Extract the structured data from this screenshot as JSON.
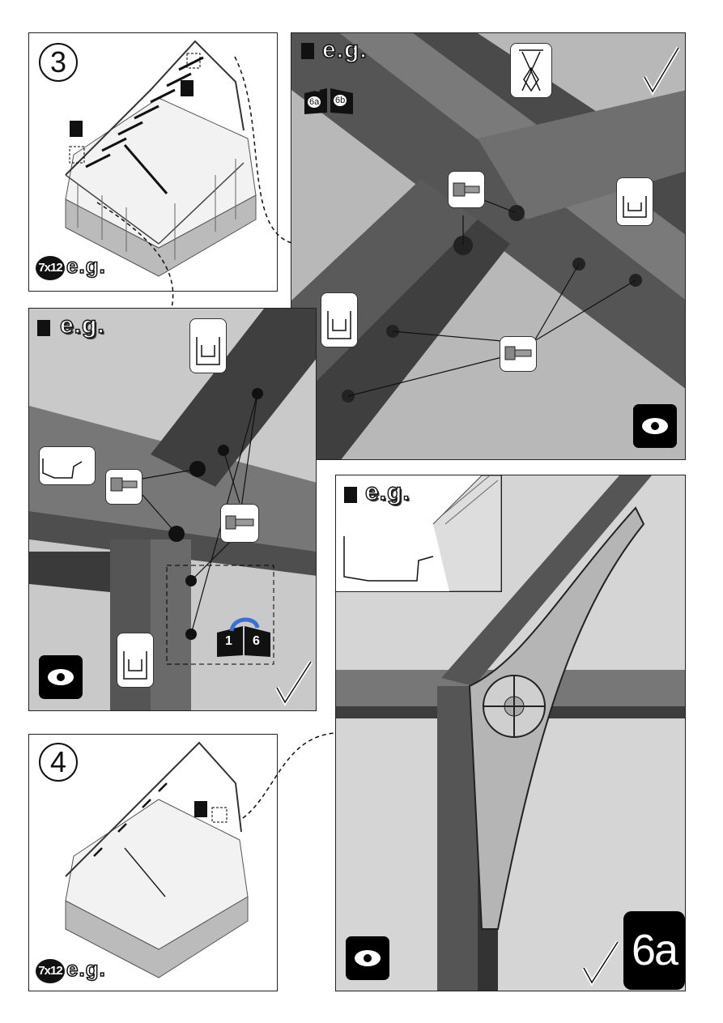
{
  "page_number": "6a",
  "steps": {
    "step3": {
      "number": "3",
      "qty": "7x12",
      "eg": "e.g."
    },
    "step4": {
      "number": "4",
      "qty": "7x12",
      "eg": "e.g."
    }
  },
  "details": {
    "top_right": {
      "eg": "e.g.",
      "page_ref_a": "6a",
      "page_ref_b": "6b"
    },
    "middle_left": {
      "eg": "e.g.",
      "ref_left": "1",
      "ref_right": "6"
    },
    "bottom_right_inset": {
      "eg": "e.g."
    }
  },
  "icons": [
    "bolt-icon",
    "channel-profile-icon",
    "check-mark-icon",
    "eye-icon",
    "scissor-fold-icon",
    "page-reference-icon"
  ]
}
